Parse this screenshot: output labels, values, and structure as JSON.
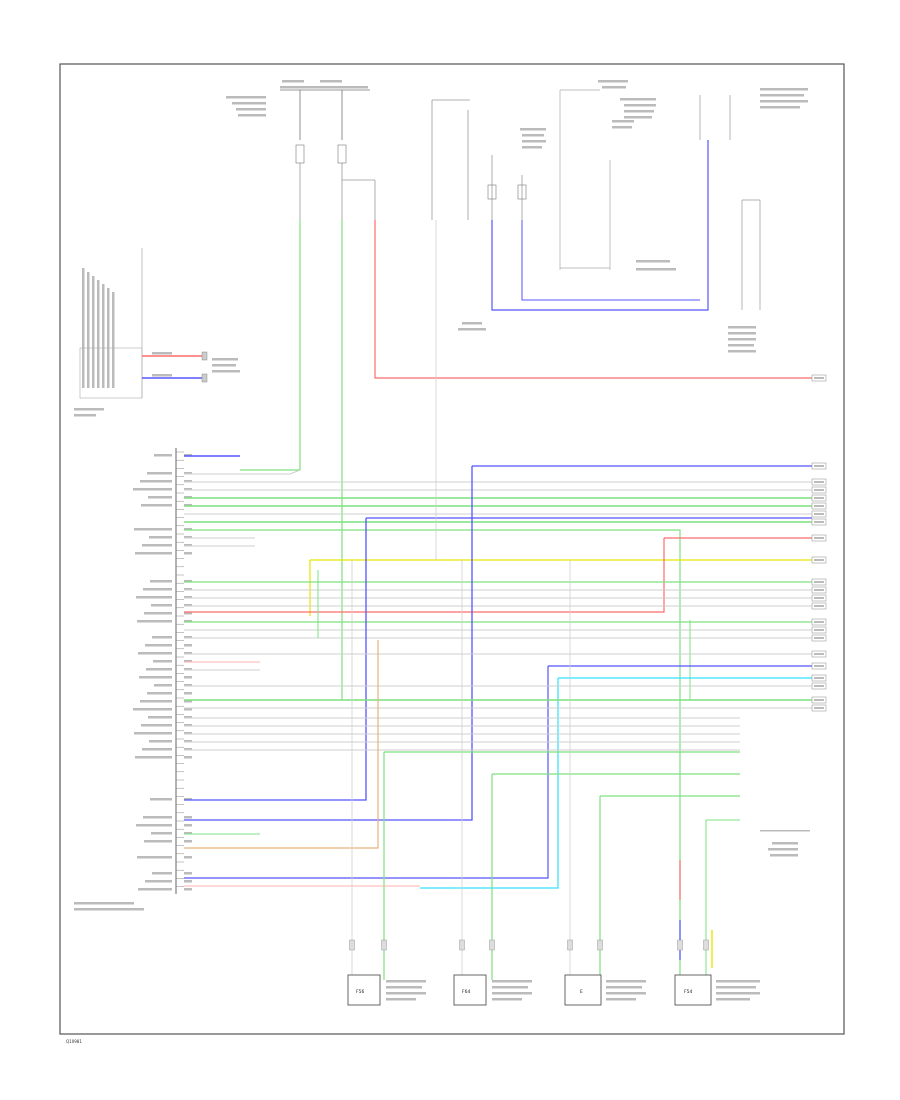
{
  "page": {
    "footer_code": "Q10981"
  },
  "colors": {
    "green": "#7fe07f",
    "blue": "#5555ff",
    "red": "#ff6b6b",
    "yellow": "#e6e600",
    "cyan": "#33e0ff",
    "orange": "#e8b27a",
    "grey": "#cfcfcf",
    "pink": "#ffb0b0",
    "frame": "#444444"
  },
  "connectors": {
    "bottom": [
      {
        "code": "F56"
      },
      {
        "code": "F64"
      },
      {
        "code": "E"
      },
      {
        "code": "F54"
      }
    ]
  }
}
